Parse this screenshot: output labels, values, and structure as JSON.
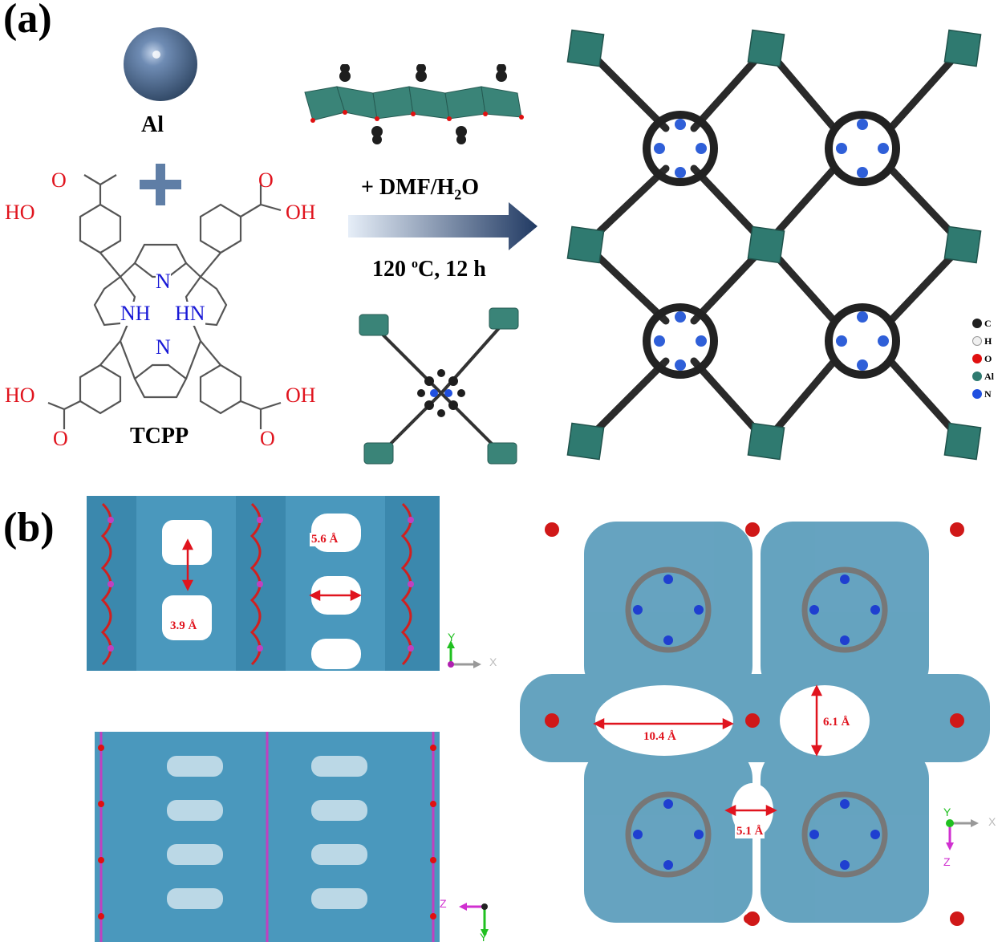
{
  "panel_a": {
    "label": "(a)",
    "metal": "Al",
    "ligand_name": "TCPP",
    "ligand_groups": {
      "ho_tl": "HO",
      "oh_tr": "OH",
      "ho_bl": "HO",
      "oh_br": "OH",
      "o": "O",
      "n": "N",
      "nh": "NH",
      "hn": "HN"
    },
    "reaction_top": "+ DMF/H",
    "reaction_sub": "2",
    "reaction_top_end": "O",
    "reaction_bottom_pre": "120 ",
    "reaction_sup": "o",
    "reaction_bottom_post": "C, 12 h",
    "legend": [
      {
        "label": "C",
        "color": "#202020"
      },
      {
        "label": "H",
        "color": "#f0f0f0"
      },
      {
        "label": "O",
        "color": "#e01010"
      },
      {
        "label": "Al",
        "color": "#2f7a70"
      },
      {
        "label": "N",
        "color": "#2050e0"
      }
    ]
  },
  "panel_b": {
    "label": "(b)",
    "top_left": {
      "m1": "5.6 Å",
      "m2": "3.9 Å",
      "axes": {
        "y": "Y",
        "x": "X"
      }
    },
    "bottom_left": {
      "axes": {
        "z": "Z",
        "y": "Y"
      }
    },
    "right": {
      "m1": "10.4 Å",
      "m2": "6.1 Å",
      "m3": "5.1 Å",
      "axes": {
        "y": "Y",
        "x": "X",
        "z": "Z"
      }
    }
  }
}
